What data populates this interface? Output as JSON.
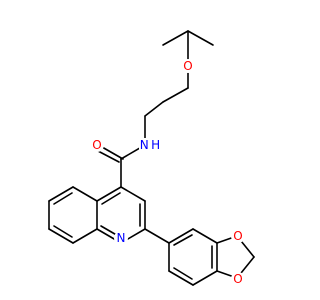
{
  "colors": {
    "bond": "#000000",
    "oxygen": "#ff0000",
    "nitrogen": "#0000ff",
    "background": "#ffffff"
  },
  "atoms": {
    "amide_oxygen": "O",
    "amide_nitrogen_hydrogen": "N H",
    "ether_oxygen": "O",
    "quinoline_nitrogen": "N",
    "dioxole_oxygen_1": "O",
    "dioxole_oxygen_2": "O"
  }
}
